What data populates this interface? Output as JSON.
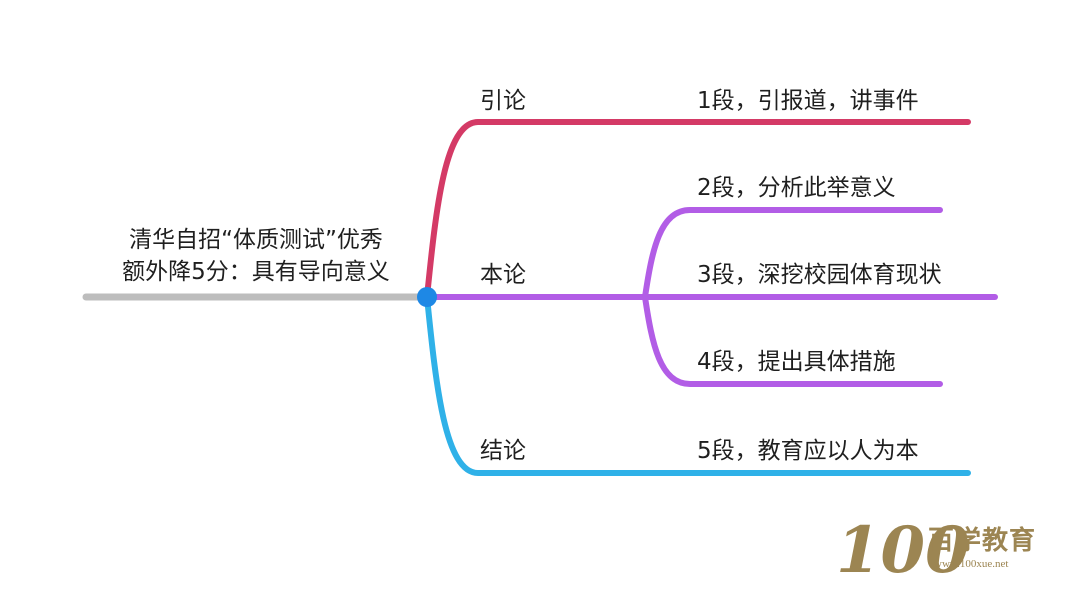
{
  "root": {
    "lines": [
      "清华自招“体质测试”优秀",
      "额外降5分：具有导向意义"
    ]
  },
  "branches": [
    {
      "label": "引论",
      "color": "#d43a66",
      "leaves": [
        "1段，引报道，讲事件"
      ]
    },
    {
      "label": "本论",
      "color": "#b25de6",
      "leaves": [
        "2段，分析此举意义",
        "3段，深挖校园体育现状",
        "4段，提出具体措施"
      ]
    },
    {
      "label": "结论",
      "color": "#2fb1e8",
      "leaves": [
        "5段，教育应以人为本"
      ]
    }
  ],
  "colors": {
    "root_line": "#bdbdbd",
    "hub": "#1e88e5",
    "logo": "#9c8552"
  },
  "logo": {
    "number": "100",
    "name": "百学教育",
    "url": "www.100xue.net"
  }
}
